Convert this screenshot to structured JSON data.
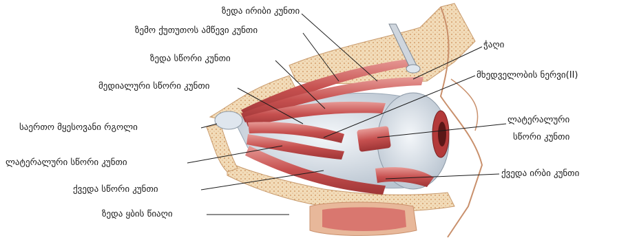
{
  "labels": {
    "superior_oblique": "ზედა ირიბი კუნთი",
    "levator_palpebrae": "ზემო ქუთუთოს  ამწევი კუნთი",
    "superior_rectus": "ზედა სწორი კუნთი",
    "medial_rectus": "მედიალური სწორი კუნთი",
    "common_tendinous_ring": "საერთო მყესოვანი რგოლი",
    "lateral_rectus_left": "ლატერალური სწორი კუნთი",
    "inferior_rectus": "ქვედა  სწორი კუნთი",
    "maxillary_sinus": "ზედა ყბის წიაღი",
    "trochlea": "ჭაღი",
    "optic_nerve": "მხედველობის ნერვი(II)",
    "lateral_rectus_right_line1": "ლატერალური",
    "lateral_rectus_right_line2": "სწორი კუნთი",
    "inferior_oblique": "ქვედა ირბი კუნთი"
  },
  "colors": {
    "bone": "#f0d9b5",
    "bone_dots": "#d9a877",
    "muscle": "#c8585a",
    "muscle_light": "#e8a3a0",
    "eyeball": "#dfe6ee",
    "leader_line": "#1a1a1a"
  }
}
